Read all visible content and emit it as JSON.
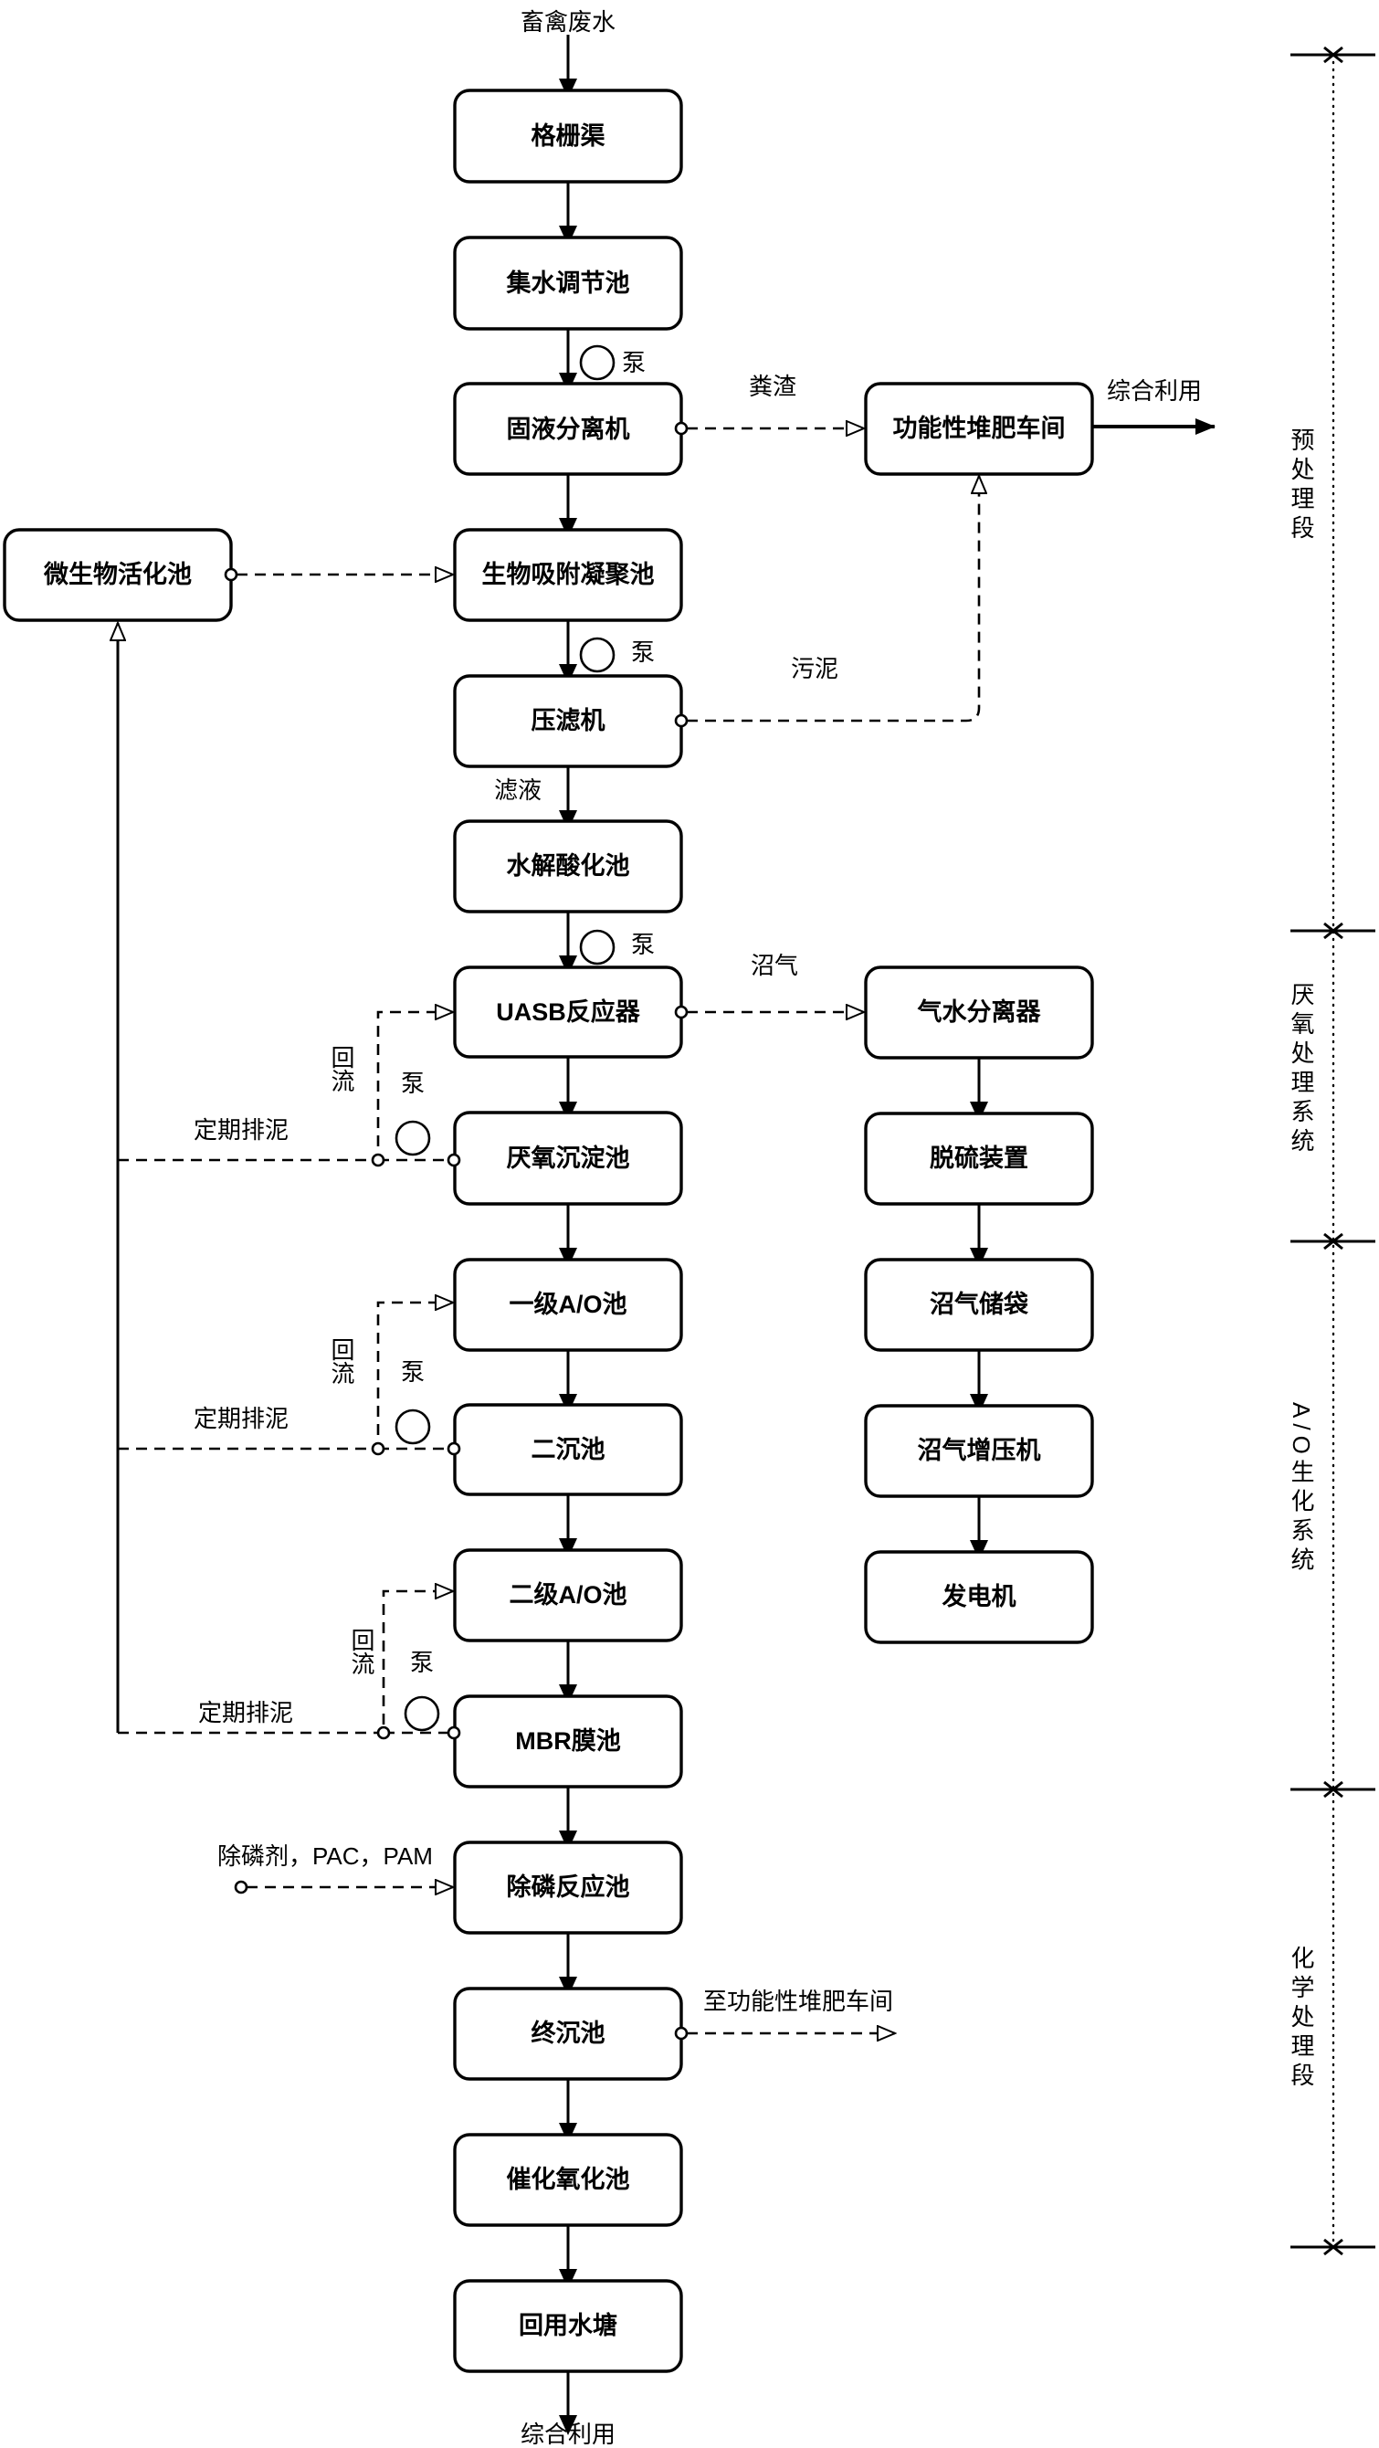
{
  "input": "畜禽废水",
  "output": "综合利用",
  "boxes": {
    "grid_channel": "格栅渠",
    "collection_tank": "集水调节池",
    "separator": "固液分离机",
    "bio_adsorption": "生物吸附凝聚池",
    "filter_press": "压滤机",
    "hydrolysis": "水解酸化池",
    "uasb": "UASB反应器",
    "anaerobic_settling": "厌氧沉淀池",
    "ao1": "一级A/O池",
    "secondary_settling": "二沉池",
    "ao2": "二级A/O池",
    "mbr": "MBR膜池",
    "phosphorus_removal": "除磷反应池",
    "final_settling": "终沉池",
    "catalytic_oxidation": "催化氧化池",
    "reuse_pond": "回用水塘",
    "microbe_activation": "微生物活化池",
    "compost_workshop": "功能性堆肥车间",
    "gas_water_separator": "气水分离器",
    "desulfurization": "脱硫装置",
    "biogas_bag": "沼气储袋",
    "biogas_compressor": "沼气增压机",
    "generator": "发电机"
  },
  "labels": {
    "pump": "泵",
    "manure_residue": "粪渣",
    "compost_output": "综合利用",
    "sludge": "污泥",
    "filtrate": "滤液",
    "biogas": "沼气",
    "reflux": "回流",
    "periodic_discharge": "定期排泥",
    "chemicals": "除磷剂，PAC，PAM",
    "to_compost": "至功能性堆肥车间"
  },
  "stages": {
    "pretreatment": "预处理段",
    "anaerobic": "厌氧处理系统",
    "ao_bio": "A/O生化系统",
    "chemical": "化学处理段"
  }
}
